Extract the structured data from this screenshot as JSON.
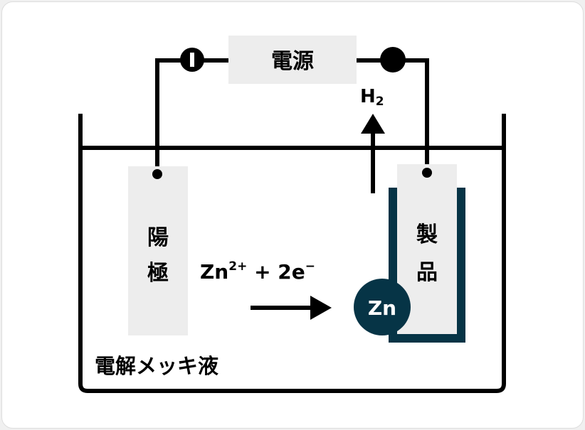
{
  "power_source": {
    "label": "電源",
    "negative_terminal": "minus-terminal",
    "positive_terminal": "plus-terminal"
  },
  "gas": {
    "base": "H",
    "subscript": "2"
  },
  "anode": {
    "label_line1": "陽",
    "label_line2": "極"
  },
  "product": {
    "label_line1": "製",
    "label_line2": "品"
  },
  "ion": {
    "text": "Zn",
    "charge": "2+",
    "rest": " + 2e",
    "electron_charge": "−"
  },
  "zinc_particle": {
    "label": "Zn"
  },
  "solution": {
    "label": "電解メッキ液"
  },
  "colors": {
    "accent": "#063446",
    "box": "#ededed",
    "line": "#000000"
  }
}
